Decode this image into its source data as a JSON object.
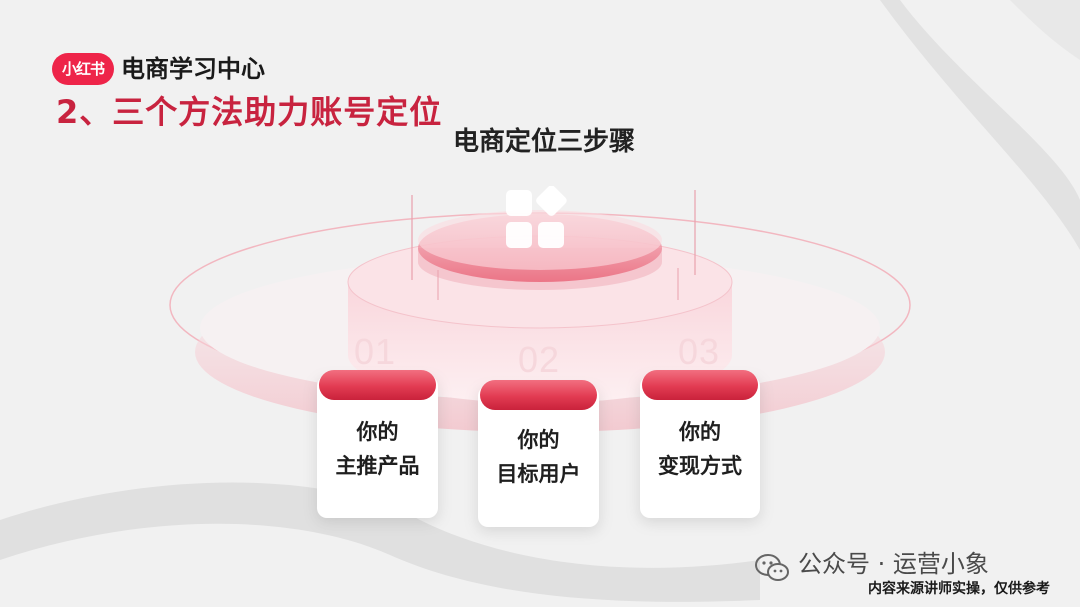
{
  "header": {
    "logo_text": "小红书",
    "brand_name": "电商学习中心",
    "slide_title": "2、三个方法助力账号定位"
  },
  "diagram": {
    "title": "电商定位三步骤",
    "steps": [
      {
        "number": "01",
        "line1": "你的",
        "line2": "主推产品"
      },
      {
        "number": "02",
        "line1": "你的",
        "line2": "目标用户"
      },
      {
        "number": "03",
        "line1": "你的",
        "line2": "变现方式"
      }
    ]
  },
  "watermark": {
    "account": "公众号 · 运营小象",
    "note": "内容来源讲师实操，仅供参考"
  },
  "colors": {
    "brand_red": "#ee2449",
    "title_red": "#c8233f",
    "tab_red": "#e23b52"
  },
  "icons": [
    "apps-grid-icon",
    "wechat-icon"
  ]
}
